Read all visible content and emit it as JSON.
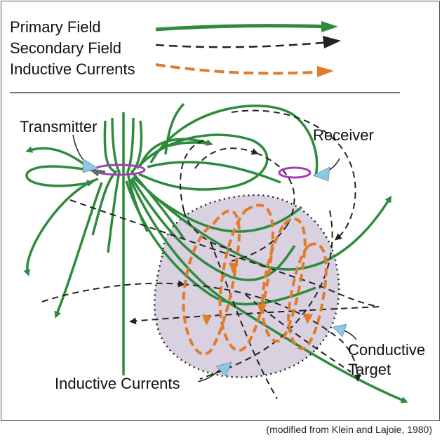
{
  "legend": {
    "primary_label": "Primary Field",
    "secondary_label": "Secondary Field",
    "inductive_label": "Inductive Currents"
  },
  "labels": {
    "transmitter": "Transmitter",
    "receiver": "Receiver",
    "conductive_target_line1": "Conductive",
    "conductive_target_line2": "Target",
    "inductive_currents": "Inductive Currents"
  },
  "credit": "(modified from Klein and Lajoie, 1980)",
  "colors": {
    "primary": "#2e8b3e",
    "secondary": "#222222",
    "inductive": "#e07b2a",
    "target_fill": "#d9d0e0",
    "coil": "#a33fb3",
    "pointer": "#8cc8e6"
  }
}
